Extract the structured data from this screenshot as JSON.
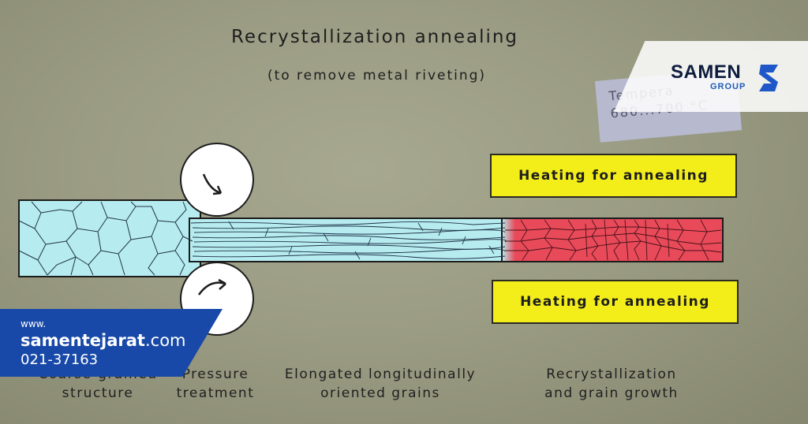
{
  "title": "Recrystallization annealing",
  "subtitle": "(to remove metal riveting)",
  "temperature_card": {
    "line1": "Tempera",
    "line2": "680...700 °C"
  },
  "heating_top": "Heating for annealing",
  "heating_bottom": "Heating for annealing",
  "captions": {
    "coarse_1": "Coarse-grained",
    "coarse_2": "structure",
    "pressure_1": "Pressure",
    "pressure_2": "treatment",
    "elongated_1": "Elongated longitudinally",
    "elongated_2": "oriented grains",
    "recryst_1": "Recrystallization",
    "recryst_2": "and grain growth"
  },
  "logo": {
    "name": "SAMEN",
    "group": "GROUP"
  },
  "contact": {
    "www": "www.",
    "site_bold": "samentejarat",
    "site_tail": ".com",
    "phone": "021-37163"
  },
  "colors": {
    "background": "#9b9c84",
    "metal_cold": "#b6ecef",
    "metal_recrystallized": "#e84a5a",
    "label_box": "#f3ee1a",
    "contact_band": "#1849a8"
  }
}
